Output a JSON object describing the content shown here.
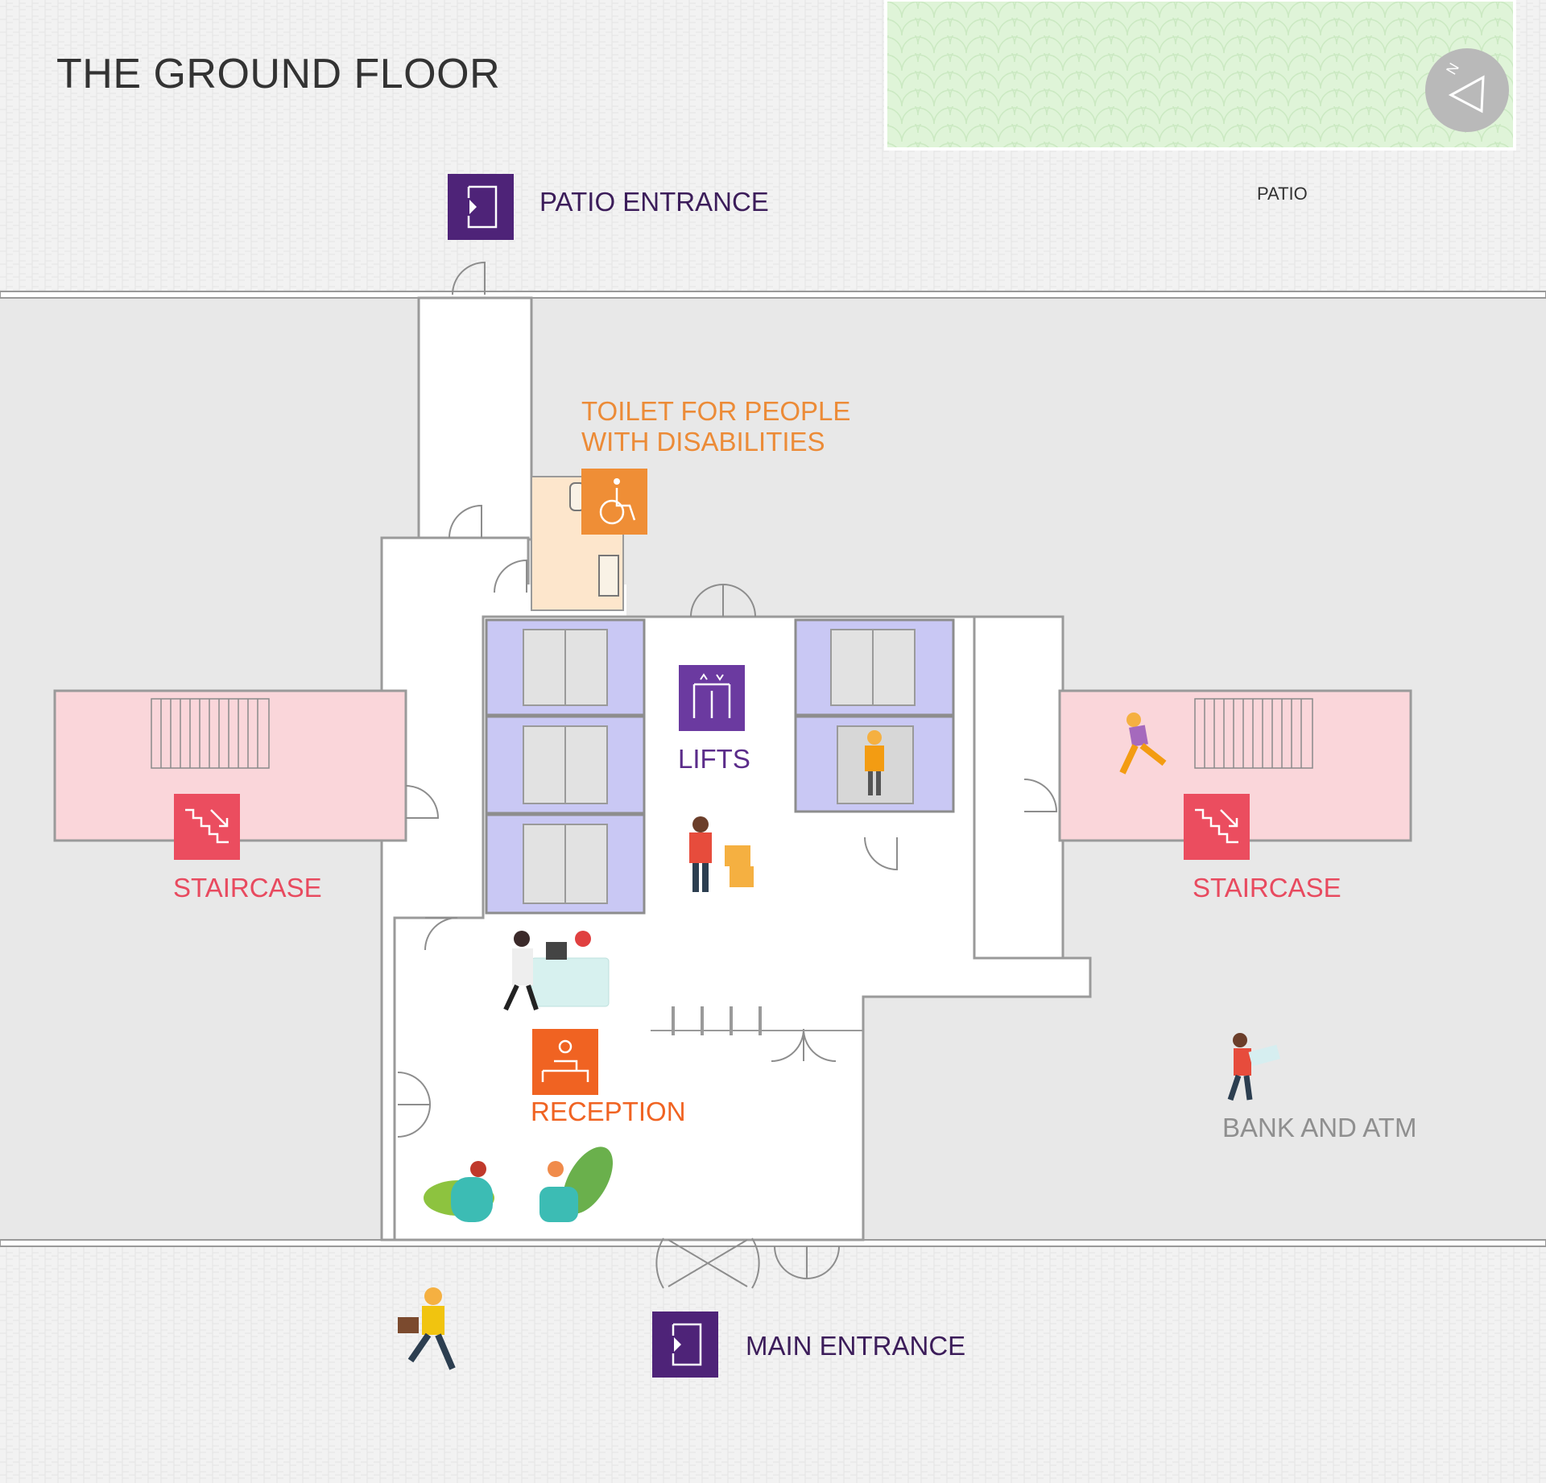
{
  "map": {
    "title": "THE GROUND FLOOR",
    "compass": {
      "label": "N",
      "icon": "compass-icon"
    },
    "areas": {
      "patio": "PATIO",
      "patio_entrance": "PATIO ENTRANCE",
      "main_entrance": "MAIN ENTRANCE",
      "toilet_line1": "TOILET FOR PEOPLE",
      "toilet_line2": "WITH DISABILITIES",
      "lifts": "LIFTS",
      "staircase_left": "STAIRCASE",
      "staircase_right": "STAIRCASE",
      "reception": "RECEPTION",
      "bank": "BANK AND ATM"
    },
    "icons": [
      "entrance-door-icon",
      "wheelchair-icon",
      "lift-icon",
      "staircase-icon",
      "reception-desk-icon"
    ],
    "colors": {
      "entrance": "#4e2378",
      "toilet": "#ef8e36",
      "lifts": "#6b3aa0",
      "staircase": "#eb4d5f",
      "reception": "#f06322",
      "bank_text": "#8f8f8f",
      "lift_room": "#c9c8f4",
      "stair_room": "#fad6da",
      "toilet_room": "#fde6cc",
      "garden": "#dff4d8"
    }
  }
}
